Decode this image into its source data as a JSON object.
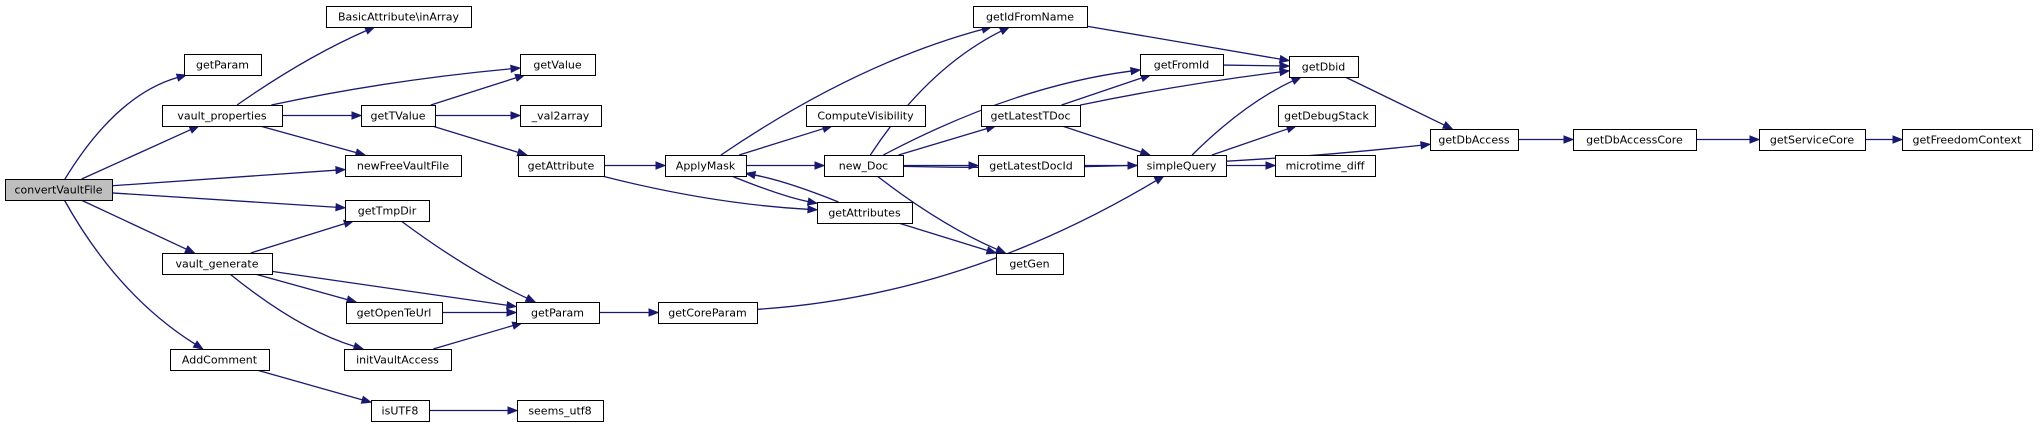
{
  "diagram": {
    "type": "call-graph",
    "root": "convertVaultFile",
    "colors": {
      "edge": "#191970",
      "root_fill": "#bfbfbf",
      "node_fill": "#ffffff",
      "node_border": "#000000"
    },
    "nodes": [
      {
        "id": "convertVaultFile",
        "label": "convertVaultFile"
      },
      {
        "id": "getParam1",
        "label": "getParam"
      },
      {
        "id": "vault_properties",
        "label": "vault_properties"
      },
      {
        "id": "newFreeVaultFile",
        "label": "newFreeVaultFile"
      },
      {
        "id": "vault_generate",
        "label": "vault_generate"
      },
      {
        "id": "getTmpDir",
        "label": "getTmpDir"
      },
      {
        "id": "AddComment",
        "label": "AddComment"
      },
      {
        "id": "inArray",
        "label": "BasicAttribute\\inArray"
      },
      {
        "id": "getValue",
        "label": "getValue"
      },
      {
        "id": "getTValue",
        "label": "getTValue"
      },
      {
        "id": "val2array",
        "label": "_val2array"
      },
      {
        "id": "getAttribute",
        "label": "getAttribute"
      },
      {
        "id": "getParam2",
        "label": "getParam"
      },
      {
        "id": "getOpenTeUrl",
        "label": "getOpenTeUrl"
      },
      {
        "id": "initVaultAccess",
        "label": "initVaultAccess"
      },
      {
        "id": "isUTF8",
        "label": "isUTF8"
      },
      {
        "id": "seems_utf8",
        "label": "seems_utf8"
      },
      {
        "id": "ApplyMask",
        "label": "ApplyMask"
      },
      {
        "id": "getAttributes",
        "label": "getAttributes"
      },
      {
        "id": "getCoreParam",
        "label": "getCoreParam"
      },
      {
        "id": "ComputeVisibility",
        "label": "ComputeVisibility"
      },
      {
        "id": "new_Doc",
        "label": "new_Doc"
      },
      {
        "id": "getIdFromName",
        "label": "getIdFromName"
      },
      {
        "id": "getLatestTDoc",
        "label": "getLatestTDoc"
      },
      {
        "id": "getLatestDocId",
        "label": "getLatestDocId"
      },
      {
        "id": "getGen",
        "label": "getGen"
      },
      {
        "id": "getFromId",
        "label": "getFromId"
      },
      {
        "id": "simpleQuery",
        "label": "simpleQuery"
      },
      {
        "id": "getDbid",
        "label": "getDbid"
      },
      {
        "id": "getDebugStack",
        "label": "getDebugStack"
      },
      {
        "id": "microtime_diff",
        "label": "microtime_diff"
      },
      {
        "id": "getDbAccess",
        "label": "getDbAccess"
      },
      {
        "id": "getDbAccessCore",
        "label": "getDbAccessCore"
      },
      {
        "id": "getServiceCore",
        "label": "getServiceCore"
      },
      {
        "id": "getFreedomContext",
        "label": "getFreedomContext"
      }
    ],
    "edges": [
      [
        "convertVaultFile",
        "getParam1"
      ],
      [
        "convertVaultFile",
        "vault_properties"
      ],
      [
        "convertVaultFile",
        "newFreeVaultFile"
      ],
      [
        "convertVaultFile",
        "getTmpDir"
      ],
      [
        "convertVaultFile",
        "vault_generate"
      ],
      [
        "convertVaultFile",
        "AddComment"
      ],
      [
        "vault_properties",
        "inArray"
      ],
      [
        "vault_properties",
        "getValue"
      ],
      [
        "vault_properties",
        "getTValue"
      ],
      [
        "vault_properties",
        "newFreeVaultFile"
      ],
      [
        "getTValue",
        "getValue"
      ],
      [
        "getTValue",
        "val2array"
      ],
      [
        "getTValue",
        "getAttribute"
      ],
      [
        "vault_generate",
        "getTmpDir"
      ],
      [
        "vault_generate",
        "getParam2"
      ],
      [
        "vault_generate",
        "getOpenTeUrl"
      ],
      [
        "vault_generate",
        "initVaultAccess"
      ],
      [
        "getTmpDir",
        "getParam2"
      ],
      [
        "getOpenTeUrl",
        "getParam2"
      ],
      [
        "initVaultAccess",
        "getParam2"
      ],
      [
        "AddComment",
        "isUTF8"
      ],
      [
        "isUTF8",
        "seems_utf8"
      ],
      [
        "getAttribute",
        "ApplyMask"
      ],
      [
        "getAttribute",
        "getAttributes"
      ],
      [
        "getParam2",
        "getCoreParam"
      ],
      [
        "getCoreParam",
        "simpleQuery"
      ],
      [
        "ApplyMask",
        "getIdFromName"
      ],
      [
        "ApplyMask",
        "ComputeVisibility"
      ],
      [
        "ApplyMask",
        "new_Doc"
      ],
      [
        "ApplyMask",
        "getAttributes"
      ],
      [
        "getAttributes",
        "ApplyMask"
      ],
      [
        "getAttributes",
        "getGen"
      ],
      [
        "new_Doc",
        "getIdFromName"
      ],
      [
        "new_Doc",
        "getFromId"
      ],
      [
        "new_Doc",
        "getLatestTDoc"
      ],
      [
        "new_Doc",
        "getLatestDocId"
      ],
      [
        "new_Doc",
        "getGen"
      ],
      [
        "new_Doc",
        "getDbAccess"
      ],
      [
        "getIdFromName",
        "getDbid"
      ],
      [
        "getLatestTDoc",
        "getFromId"
      ],
      [
        "getLatestTDoc",
        "getDbid"
      ],
      [
        "getLatestTDoc",
        "simpleQuery"
      ],
      [
        "getLatestDocId",
        "simpleQuery"
      ],
      [
        "getFromId",
        "getDbid"
      ],
      [
        "simpleQuery",
        "getDbid"
      ],
      [
        "simpleQuery",
        "getDebugStack"
      ],
      [
        "simpleQuery",
        "microtime_diff"
      ],
      [
        "getDbid",
        "getDbAccess"
      ],
      [
        "getDbAccess",
        "getDbAccessCore"
      ],
      [
        "getDbAccessCore",
        "getServiceCore"
      ],
      [
        "getServiceCore",
        "getFreedomContext"
      ]
    ]
  }
}
